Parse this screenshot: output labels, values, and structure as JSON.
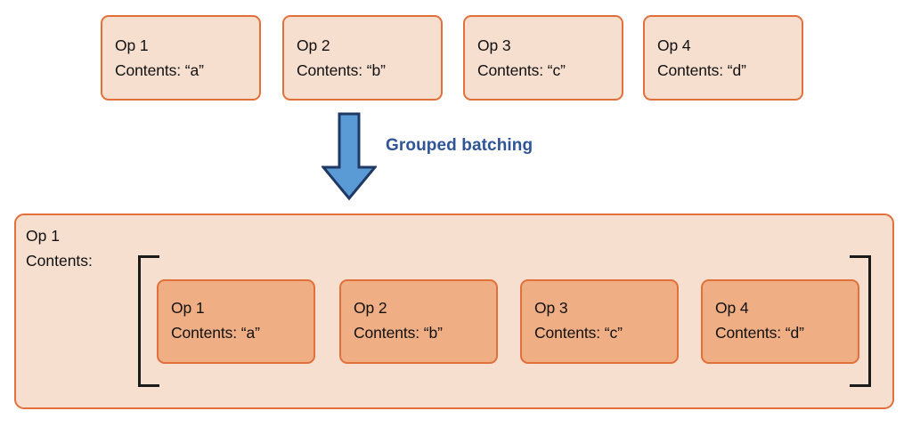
{
  "diagram": {
    "title": "Grouped batching",
    "colors": {
      "box_fill": "#F7DFD0",
      "box_border": "#E2703A",
      "inner_box_fill": "#EFAE83",
      "arrow_fill": "#5B9BD5",
      "arrow_border": "#1F3864",
      "caption_text": "#2F5597",
      "bracket": "#1a1a1a",
      "background": "#FFFFFF"
    },
    "top_row": {
      "boxes": [
        {
          "op": "Op 1",
          "contents": "Contents: “a”"
        },
        {
          "op": "Op 2",
          "contents": "Contents: “b”"
        },
        {
          "op": "Op 3",
          "contents": "Contents: “c”"
        },
        {
          "op": "Op 4",
          "contents": "Contents: “d”"
        }
      ]
    },
    "arrow": {
      "direction": "down",
      "caption": "Grouped batching",
      "icon": "arrow-down-icon"
    },
    "grouped_box": {
      "op": "Op 1",
      "contents_label": "Contents:",
      "bracket_open": "[",
      "bracket_close": "]",
      "inner_boxes": [
        {
          "op": "Op 1",
          "contents": "Contents: “a”"
        },
        {
          "op": "Op 2",
          "contents": "Contents: “b”"
        },
        {
          "op": "Op 3",
          "contents": "Contents: “c”"
        },
        {
          "op": "Op 4",
          "contents": "Contents: “d”"
        }
      ]
    }
  }
}
